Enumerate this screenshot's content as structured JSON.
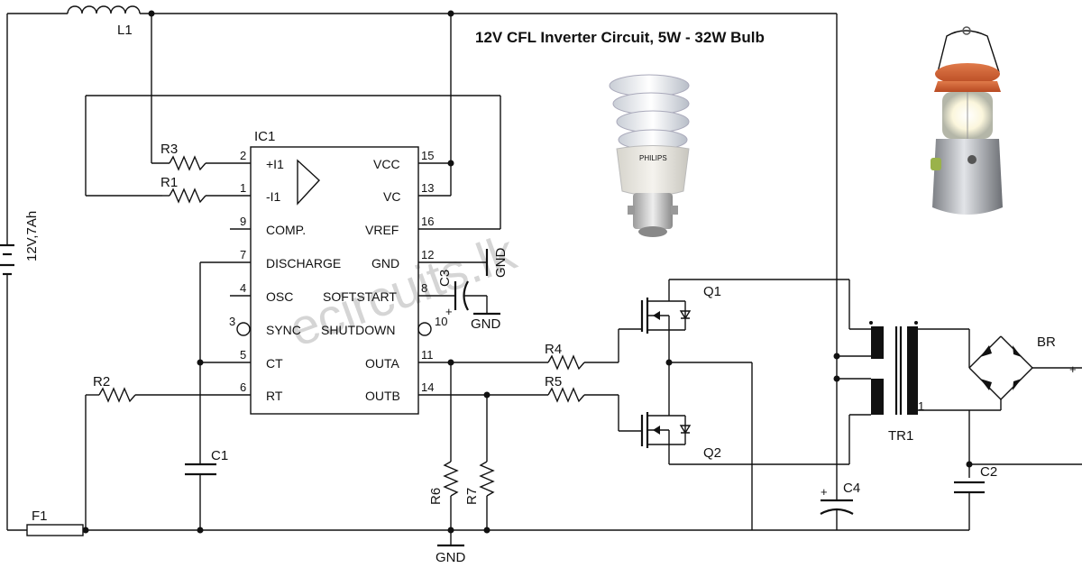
{
  "title": "12V CFL Inverter Circuit, 5W - 32W Bulb",
  "watermark": "ecircuits.lk",
  "components": {
    "ic": "IC1",
    "inductor": "L1",
    "battery": "12V,7Ah",
    "fuse": "F1",
    "r1": "R1",
    "r2": "R2",
    "r3": "R3",
    "r4": "R4",
    "r5": "R5",
    "r6": "R6",
    "r7": "R7",
    "c1": "C1",
    "c2": "C2",
    "c3": "C3",
    "c4": "C4",
    "q1": "Q1",
    "q2": "Q2",
    "transformer": "TR1",
    "bridge": "BR",
    "gnd": "GND",
    "bulb_brand": "PHILIPS"
  },
  "ic_pins_left": [
    {
      "num": "2",
      "label": "+I1"
    },
    {
      "num": "1",
      "label": "-I1"
    },
    {
      "num": "9",
      "label": "COMP."
    },
    {
      "num": "7",
      "label": "DISCHARGE"
    },
    {
      "num": "4",
      "label": "OSC"
    },
    {
      "num": "3",
      "label": "SYNC"
    },
    {
      "num": "5",
      "label": "CT"
    },
    {
      "num": "6",
      "label": "RT"
    }
  ],
  "ic_pins_right": [
    {
      "num": "15",
      "label": "VCC"
    },
    {
      "num": "13",
      "label": "VC"
    },
    {
      "num": "16",
      "label": "VREF"
    },
    {
      "num": "12",
      "label": "GND"
    },
    {
      "num": "8",
      "label": "SOFTSTART"
    },
    {
      "num": "10",
      "label": "SHUTDOWN"
    },
    {
      "num": "11",
      "label": "OUTA"
    },
    {
      "num": "14",
      "label": "OUTB"
    }
  ],
  "symbols": {
    "plus": "+",
    "tr_pin": "1"
  }
}
